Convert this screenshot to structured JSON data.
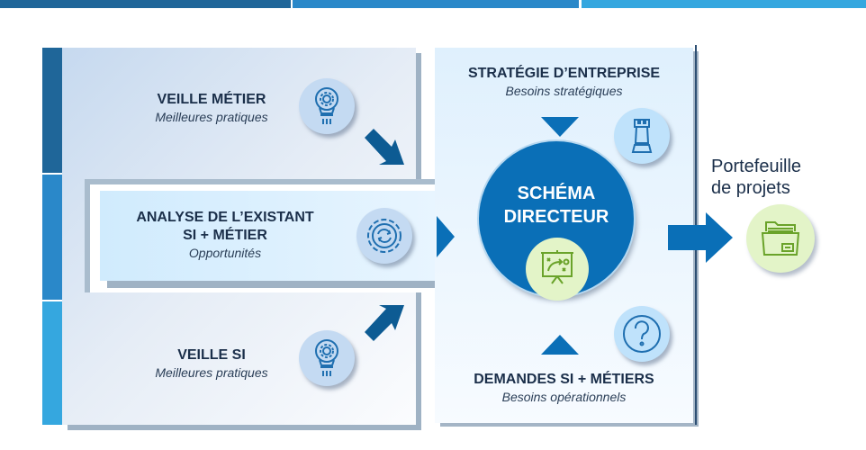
{
  "colors": {
    "dark": "#1f6699",
    "mid": "#2a88c9",
    "light": "#35a7df",
    "accent": "#0a6fb7",
    "green": "#e3f4c8",
    "green_stroke": "#6aa32a"
  },
  "left": {
    "veille_metier": {
      "title": "VEILLE MÉTIER",
      "subtitle": "Meilleures pratiques",
      "icon": "lightbulb-gear-icon"
    },
    "analyse": {
      "title_line1": "ANALYSE DE L’EXISTANT",
      "title_line2": "SI + MÉTIER",
      "subtitle": "Opportunités",
      "icon": "gear-refresh-icon"
    },
    "veille_si": {
      "title": "VEILLE SI",
      "subtitle": "Meilleures pratiques",
      "icon": "lightbulb-gear-icon"
    }
  },
  "center": {
    "top_title": "STRATÉGIE D’ENTREPRISE",
    "top_subtitle": "Besoins stratégiques",
    "top_icon": "chess-rook-icon",
    "hub_line1": "SCHÉMA",
    "hub_line2": "DIRECTEUR",
    "hub_icon": "strategy-board-icon",
    "bottom_title": "DEMANDES SI + MÉTIERS",
    "bottom_subtitle": "Besoins opérationnels",
    "bottom_icon": "question-icon"
  },
  "output": {
    "line1": "Portefeuille",
    "line2": "de projets",
    "icon": "folder-icon"
  }
}
